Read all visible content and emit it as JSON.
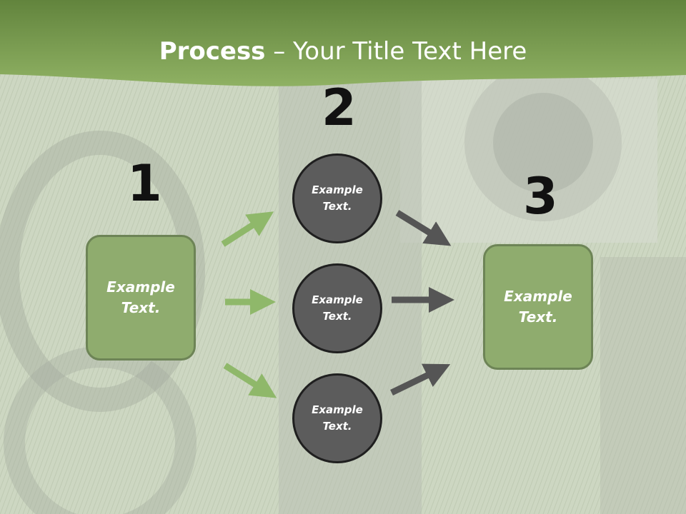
{
  "slide": {
    "title_bold": "Process",
    "title_rest": " – Your Title Text Here"
  },
  "steps": [
    {
      "number": "1",
      "text": "Example Text."
    },
    {
      "number": "2",
      "text": "Example Text."
    },
    {
      "number": "3",
      "text": "Example Text."
    }
  ],
  "center_circles": [
    "Example Text.",
    "Example Text.",
    "Example Text."
  ],
  "colors": {
    "header_green": "#7a9a4e",
    "box_green": "#8fac6e",
    "circle_gray": "#5c5c5c",
    "arrow_green": "#8fb86a",
    "arrow_gray": "#555555"
  }
}
